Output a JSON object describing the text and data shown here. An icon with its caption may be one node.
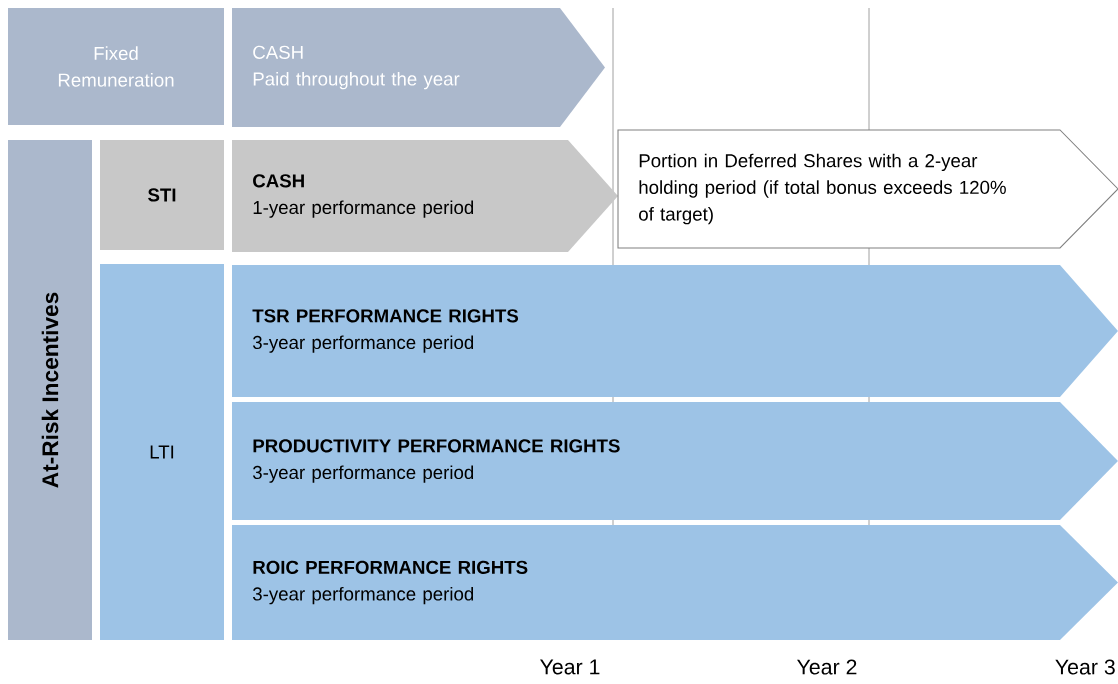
{
  "diagram": {
    "nodes": [
      {
        "text": [
          "Fixed Remuneration"
        ]
      },
      {
        "text": [
          "CASH",
          "Paid throughout the year"
        ]
      },
      {
        "text": [
          "At-Risk Incentives"
        ]
      },
      {
        "text": [
          "STI"
        ]
      },
      {
        "text": [
          "CASH",
          "1-year performance period"
        ]
      },
      {
        "text": [
          "Portion in Deferred Shares with a 2-year holding period (if total bonus exceeds 120% of target)"
        ]
      },
      {
        "text": [
          "LTI"
        ]
      },
      {
        "text": [
          "TSR PERFORMANCE RIGHTS",
          "3-year performance period"
        ]
      },
      {
        "text": [
          "PRODUCTIVITY PERFORMANCE RIGHTS",
          "3-year performance period"
        ]
      },
      {
        "text": [
          "ROIC PERFORMANCE RIGHTS",
          "3-year performance period"
        ]
      }
    ],
    "labels": [
      "Year 1",
      "Year 2",
      "Year 3"
    ]
  }
}
